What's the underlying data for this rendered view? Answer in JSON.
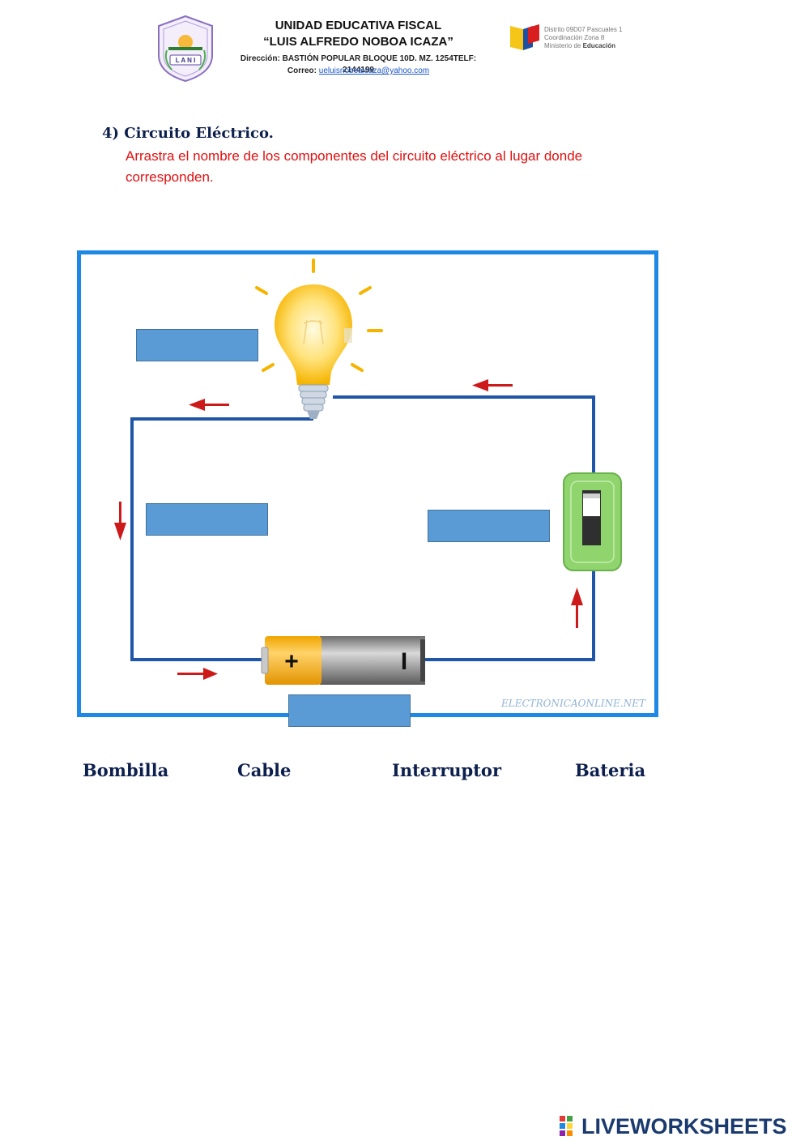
{
  "header": {
    "school_line1": "UNIDAD EDUCATIVA FISCAL",
    "school_line2": "“LUIS ALFREDO NOBOA ICAZA”",
    "address": "Dirección: BASTIÓN POPULAR BLOQUE 10D. MZ. 1254TELF: 2144199",
    "email_label": "Correo:",
    "email": "ueluisnoboaicaza@yahoo.com",
    "logo_text": "L A N I",
    "ministry_line1": "Distrito 09D07 Pascuales 1",
    "ministry_line2": "Coordinación Zona 8",
    "ministry_line3_prefix": "Ministerio de ",
    "ministry_line3_bold": "Educación"
  },
  "question": {
    "title": "4) Circuito Eléctrico.",
    "instruction": "Arrastra el nombre de los componentes del circuito eléctrico al lugar donde corresponden."
  },
  "diagram": {
    "watermark": "ELECTRONICAONLINE.NET",
    "battery_plus": "+",
    "battery_minus": "I",
    "colors": {
      "frame": "#1e88e5",
      "wire": "#1f56a8",
      "arrow": "#cc1a1a",
      "dropbox": "#5b9bd5",
      "switch": "#8fd46c"
    }
  },
  "words": [
    "Bombilla",
    "Cable",
    "Interruptor",
    "Bateria"
  ],
  "footer": {
    "brand": "LIVEWORKSHEETS"
  }
}
